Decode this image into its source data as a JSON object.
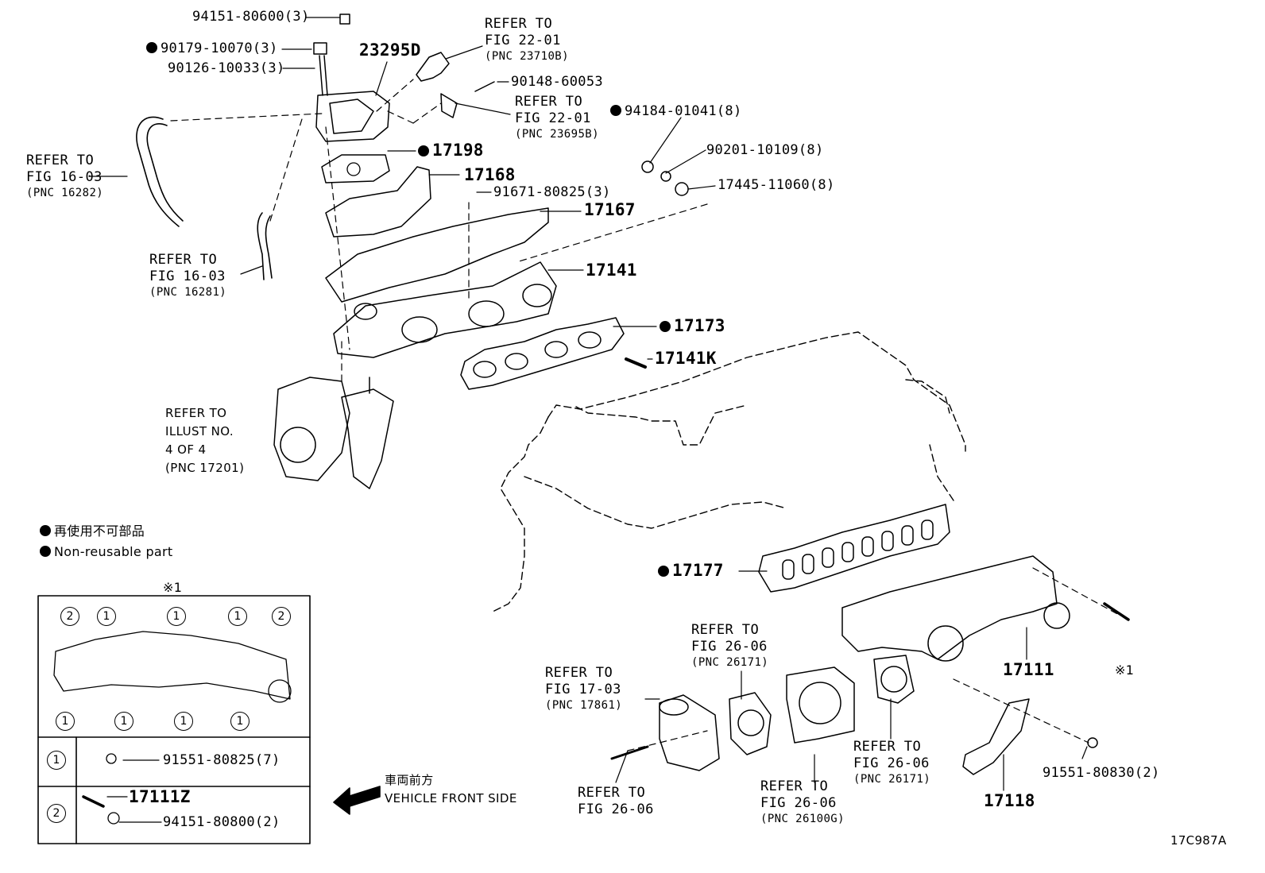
{
  "labels": {
    "p94151_80600": "94151-80600(3)",
    "p90179_10070": "90179-10070(3)",
    "p90126_10033": "90126-10033(3)",
    "p23295d": "23295D",
    "p90148_60053": "90148-60053",
    "p94184_01041": "94184-01041(8)",
    "p90201_10109": "90201-10109(8)",
    "p17445_11060": "17445-11060(8)",
    "p17198": "17198",
    "p17168": "17168",
    "p91671_80825": "91671-80825(3)",
    "p17167": "17167",
    "p17141": "17141",
    "p17173": "17173",
    "p17141k": "17141K",
    "p17177": "17177",
    "p17111": "17111",
    "p17118": "17118",
    "p91551_80830": "91551-80830(2)",
    "p91551_80825": "91551-80825(7)",
    "p17111z": "17111Z",
    "p94151_80800": "94151-80800(2)",
    "mark1": "※1",
    "diagram_code": "17C987A"
  },
  "refs": {
    "fig22_01_a": {
      "l1": "REFER TO",
      "l2": "FIG 22-01",
      "l3": "(PNC 23710B)"
    },
    "fig22_01_b": {
      "l1": "REFER TO",
      "l2": "FIG 22-01",
      "l3": "(PNC 23695B)"
    },
    "fig16_03_a": {
      "l1": "REFER TO",
      "l2": "FIG 16-03",
      "l3": "(PNC 16282)"
    },
    "fig16_03_b": {
      "l1": "REFER TO",
      "l2": "FIG 16-03",
      "l3": "(PNC 16281)"
    },
    "illust": {
      "l1": "REFER TO",
      "l2": "ILLUST NO.",
      "l3": "4 OF 4",
      "l4": "(PNC 17201)"
    },
    "fig26_06_top": {
      "l1": "REFER TO",
      "l2": "FIG 26-06",
      "l3": "(PNC 26171)"
    },
    "fig17_03": {
      "l1": "REFER TO",
      "l2": "FIG 17-03",
      "l3": "(PNC 17861)"
    },
    "fig26_06_bl": {
      "l1": "REFER TO",
      "l2": "FIG 26-06"
    },
    "fig26_06_bm": {
      "l1": "REFER TO",
      "l2": "FIG 26-06",
      "l3": "(PNC 26100G)"
    },
    "fig26_06_br": {
      "l1": "REFER TO",
      "l2": "FIG 26-06",
      "l3": "(PNC 26171)"
    }
  },
  "legend": {
    "jp": "再使用不可部品",
    "en": "Non-reusable part"
  },
  "front": {
    "jp": "車両前方",
    "en": "VEHICLE FRONT SIDE"
  },
  "inset": {
    "title": "※1",
    "circle_top": [
      "2",
      "1",
      "1",
      "1",
      "2"
    ],
    "circle_bottom": [
      "1",
      "1",
      "1",
      "1"
    ],
    "row1_key": "1",
    "row2_key": "2"
  }
}
